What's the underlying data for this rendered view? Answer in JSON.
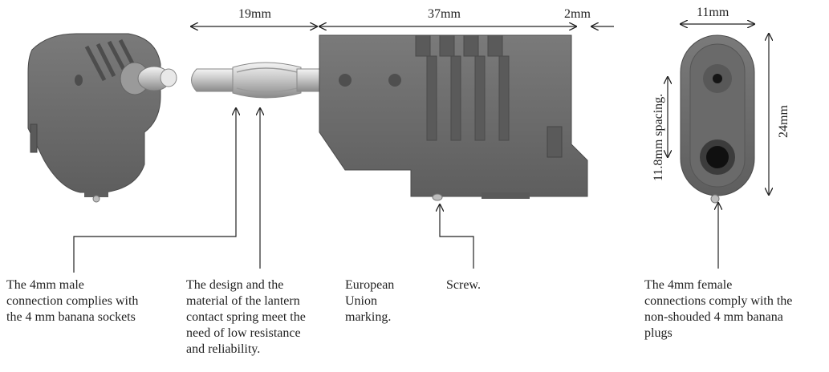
{
  "dimensions": {
    "pin_length": "19mm",
    "body_length": "37mm",
    "gap": "2mm",
    "width": "11mm",
    "height": "24mm",
    "spacing": "11.8mm  spacing."
  },
  "captions": {
    "male": [
      "The 4mm male",
      "connection complies with",
      "the 4 mm banana sockets"
    ],
    "spring": [
      "The design and the",
      "material of the lantern",
      "contact spring meet the",
      "need of low resistance",
      "and reliability."
    ],
    "eu": [
      "European",
      "Union",
      "marking."
    ],
    "screw": [
      "Screw."
    ],
    "female": [
      "The 4mm female",
      "connections comply with the",
      "non-shouded 4 mm banana",
      "plugs"
    ]
  },
  "colors": {
    "plastic": "#6f6f6f",
    "plastic_dark": "#555555",
    "metal": "#d9d9d9",
    "line": "#222222"
  }
}
